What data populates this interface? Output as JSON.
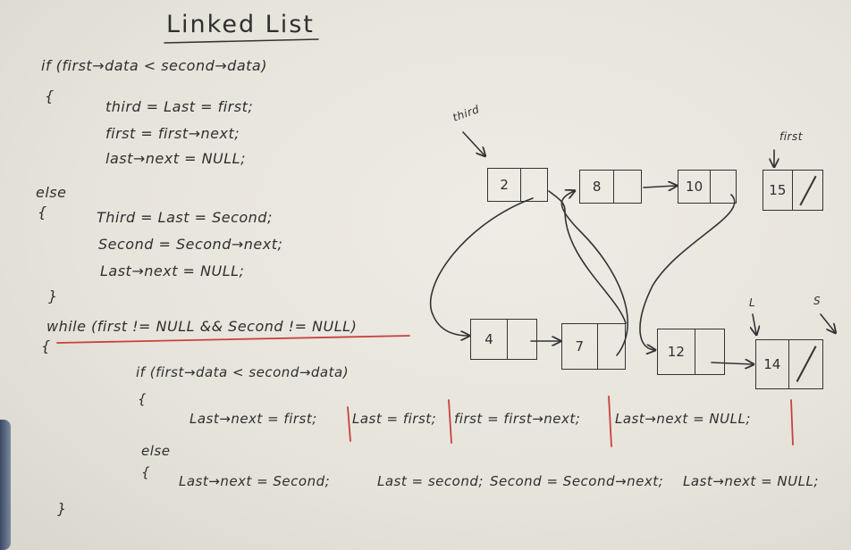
{
  "title": "Linked List",
  "code": {
    "if_cond": "if (first→data < second→data)",
    "open_brace_1": "{",
    "if_lines": [
      "third = Last = first;",
      "first = first→next;",
      "last→next = NULL;"
    ],
    "else_kw": "else",
    "open_brace_2": "{",
    "else_lines": [
      "Third = Last = Second;",
      "Second = Second→next;",
      "Last→next = NULL;"
    ],
    "close_brace": "}",
    "while_line": "while (first != NULL && Second != NULL)",
    "open_brace_3": "{",
    "inner_if": "if (first→data < second→data)",
    "open_brace_4": "{",
    "inner_if_parts": [
      "Last→next = first;",
      "Last = first;",
      "first = first→next;",
      "Last→next = NULL;"
    ],
    "inner_else_kw": "else",
    "open_brace_5": "{",
    "inner_else_parts": [
      "Last→next = Second;",
      "Last = second;",
      "Second = Second→next;",
      "Last→next = NULL;"
    ],
    "close_brace_final": "}"
  },
  "diagram": {
    "labels": {
      "third": "third",
      "first": "first",
      "L": "L",
      "S": "S"
    },
    "list_top": [
      {
        "value": "2",
        "next": "4"
      },
      {
        "value": "8",
        "next": "10"
      },
      {
        "value": "10",
        "next": "12"
      },
      {
        "value": "15",
        "next": "NULL"
      }
    ],
    "list_bottom": [
      {
        "value": "4",
        "next": "7"
      },
      {
        "value": "7",
        "next": "8"
      },
      {
        "value": "12",
        "next": "14"
      },
      {
        "value": "14",
        "next": "NULL"
      }
    ]
  },
  "colors": {
    "board": "#e7e4dc",
    "ink": "#2f2f2f",
    "red_marker": "#c8413d"
  }
}
